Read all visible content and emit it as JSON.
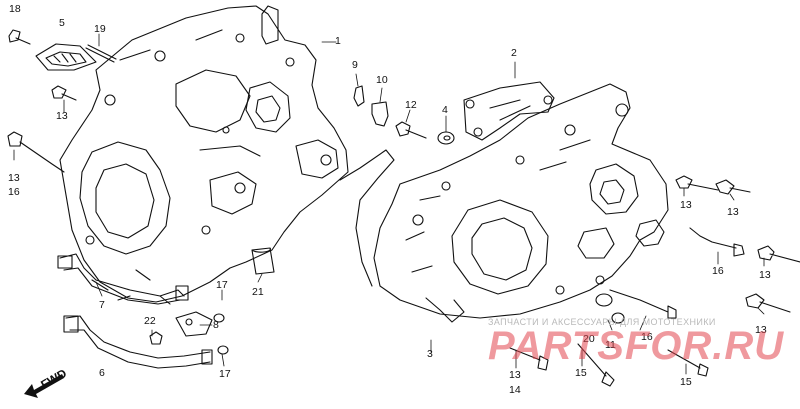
{
  "diagram": {
    "callouts": {
      "p18": "18",
      "p5": "5",
      "p19": "19",
      "p13a": "13",
      "p1": "1",
      "p2": "2",
      "p9": "9",
      "p10": "10",
      "p12": "12",
      "p4": "4",
      "p13b": "13",
      "p16a": "16",
      "p13c": "13",
      "p13d": "13",
      "p16b": "16",
      "p13e": "13",
      "p7": "7",
      "p17a": "17",
      "p21": "21",
      "p22": "22",
      "p8": "8",
      "p6": "6",
      "p17b": "17",
      "p3": "3",
      "p20": "20",
      "p11": "11",
      "p16c": "16",
      "p13f": "13",
      "p13g": "13",
      "p14": "14",
      "p15a": "15",
      "p15b": "15"
    },
    "direction_label": "FWD"
  },
  "watermark": {
    "text": "ЗАПЧАСТИ И АКСЕССУАРЫ ДЛЯ МОТОТЕХНИКИ",
    "logo": "PARTSFOR.RU"
  },
  "colors": {
    "line": "#111111",
    "watermark_red": "#e2464e",
    "watermark_gray": "#b9b9b9"
  }
}
